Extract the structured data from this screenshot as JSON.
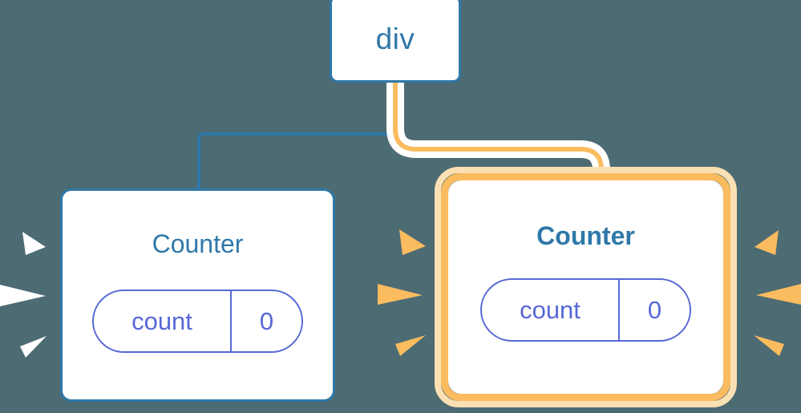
{
  "diagram": {
    "type": "component-tree",
    "background_color": "#4d6b73",
    "title": "React component tree re-render highlight",
    "nodes": [
      {
        "id": "div",
        "label": "div",
        "kind": "dom-element",
        "highlighted": false,
        "border_color": "#2f78a8",
        "fill_color": "#ffffff"
      },
      {
        "id": "counter-left",
        "label": "Counter",
        "kind": "component",
        "highlighted": false,
        "border_color": "#2f78a8",
        "fill_color": "#ffffff",
        "prop": {
          "key": "count",
          "value": "0",
          "color": "#5868d6"
        }
      },
      {
        "id": "counter-right",
        "label": "Counter",
        "kind": "component",
        "highlighted": true,
        "border_color": "#fabc5f",
        "glow_color": "#fbe0b3",
        "fill_color": "#ffffff",
        "prop": {
          "key": "count",
          "value": "0",
          "color": "#5868d6"
        }
      }
    ],
    "edges": [
      {
        "id": "edge-div-to-counter-left",
        "from": "div",
        "to": "counter-left",
        "color": "#2f78a8",
        "highlighted": false
      },
      {
        "id": "edge-div-to-counter-right",
        "from": "div",
        "to": "counter-right",
        "color": "#fabc5f",
        "halo_color": "#ffffff",
        "highlighted": true
      }
    ],
    "sparkles": [
      {
        "id": "sparkle-left-box-left",
        "attached_to": "counter-left",
        "side": "left",
        "color": "#ffffff",
        "count": 3
      },
      {
        "id": "sparkle-right-box-left",
        "attached_to": "counter-right",
        "side": "left",
        "color": "#fabc5f",
        "count": 3
      },
      {
        "id": "sparkle-right-box-right",
        "attached_to": "counter-right",
        "side": "right",
        "color": "#fabc5f",
        "count": 3
      }
    ]
  },
  "colors": {
    "background": "#4d6b73",
    "blue": "#2f78a8",
    "orange": "#fabc5f",
    "orange_glow": "#fbe0b3",
    "purple": "#5868d6",
    "white": "#ffffff"
  }
}
